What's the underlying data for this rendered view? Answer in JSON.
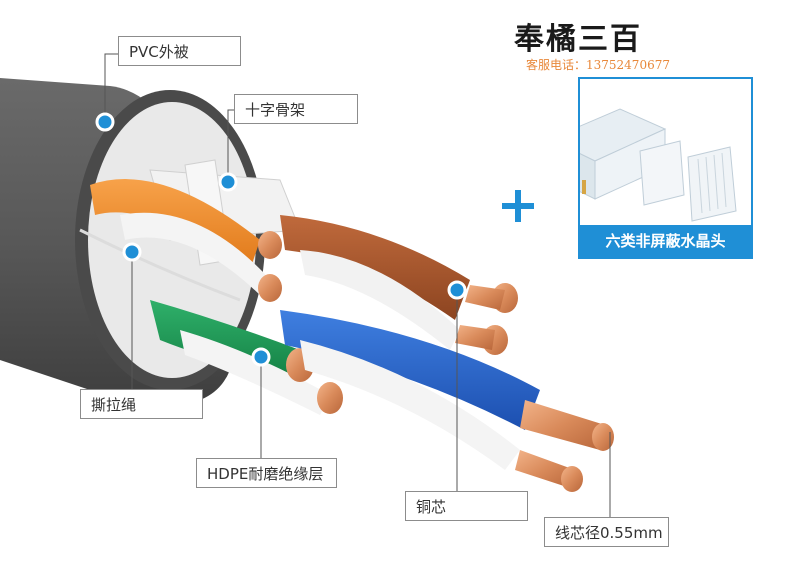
{
  "brand": {
    "name": "奉橘三百",
    "phone": "客服电话：13752470677"
  },
  "labels": {
    "pvc_jacket": "PVC外被",
    "cross_separator": "十字骨架",
    "rip_cord": "撕拉绳",
    "hdpe_insulation": "HDPE耐磨绝缘层",
    "copper_core": "铜芯",
    "core_diameter": "线芯径0.55mm"
  },
  "product": {
    "caption": "六类非屏蔽水晶头"
  },
  "colors": {
    "accent_blue": "#1f8fd6",
    "phone_orange": "#e8883a",
    "jacket_gray": "#5a5a5a",
    "copper": "#d98a5a"
  },
  "icons": {
    "plus": "plus-icon",
    "marker": "dot-marker-icon"
  }
}
